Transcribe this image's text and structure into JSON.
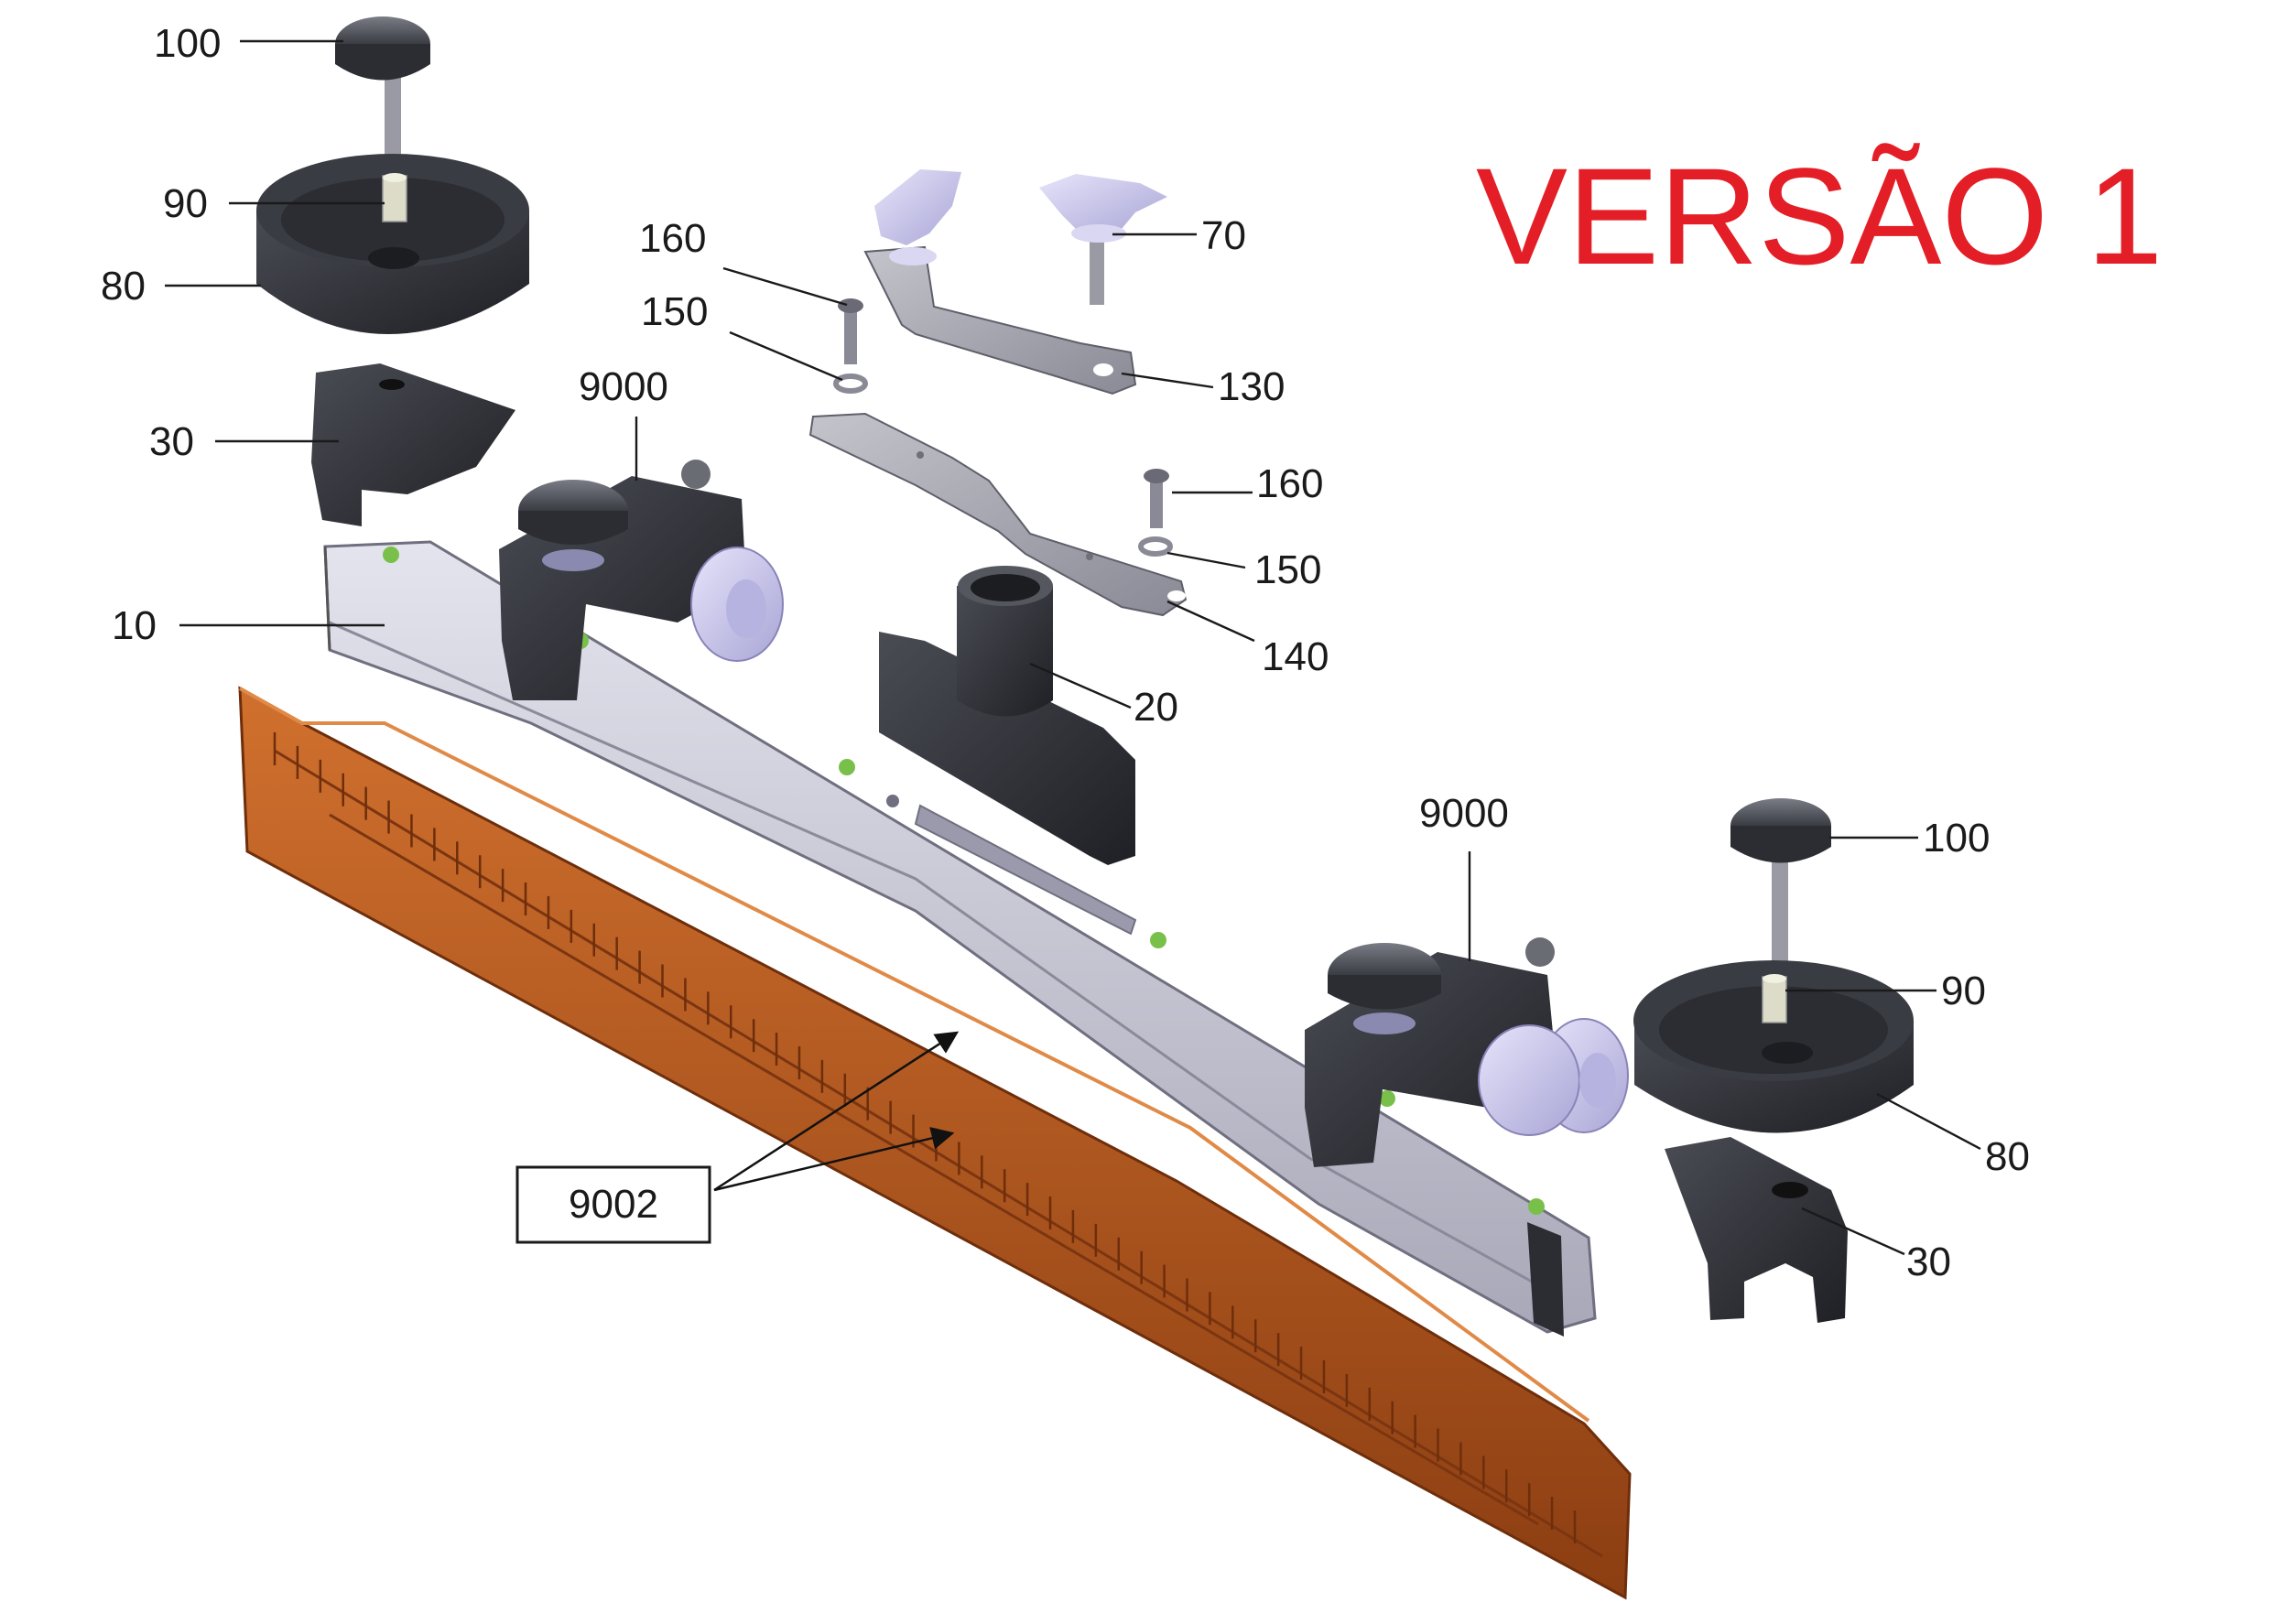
{
  "title": {
    "text": "VERSÃO 1",
    "color": "#e41e26"
  },
  "callout": {
    "text": "9002"
  },
  "labels": {
    "knob_top_left": "100",
    "bushing_top_left": "90",
    "wheel_top_left": "80",
    "bracket_left": "30",
    "beam": "10",
    "screw_upper": "160",
    "washer_upper": "150",
    "wingnut_top": "70",
    "plate_130": "130",
    "unit_left": "9000",
    "screw_lower": "160",
    "washer_lower": "150",
    "plate_140": "140",
    "hose_connector": "20",
    "unit_right": "9000",
    "knob_right": "100",
    "bushing_right": "90",
    "wheel_right": "80",
    "bracket_right": "30"
  },
  "colors": {
    "black_part": "#2b2d33",
    "aluminium": "#c9c9d6",
    "rubber_blade": "#b5561f",
    "lilac_part": "#c6c3e8",
    "steel_plate": "#a9a9b3",
    "green_marker": "#79c04a"
  }
}
